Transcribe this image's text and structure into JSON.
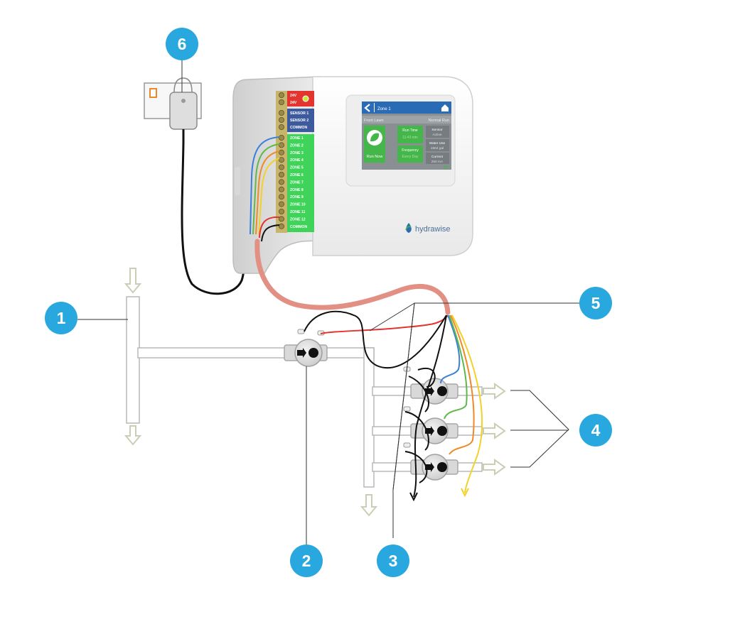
{
  "colors": {
    "badge": "#29a8e0",
    "power_red": "#e3342f",
    "sensor_blue": "#3d5a9e",
    "zone_green": "#3fd35a",
    "screen_header": "#2a6bb5",
    "screen_tile": "#45b649",
    "cable_pink": "#e28f84",
    "wire_blue": "#3b7fd9",
    "wire_green": "#5fb848",
    "wire_orange": "#f08a24",
    "wire_yellow": "#f2d12a",
    "flow_arrow": "#d9dec9"
  },
  "badges": [
    "1",
    "2",
    "3",
    "4",
    "5",
    "6"
  ],
  "controller": {
    "terminals_power": [
      "24V",
      "24V"
    ],
    "terminals_sensor": [
      "SENSOR 1",
      "SENSOR 2",
      "COMMON"
    ],
    "terminals_zone": [
      "ZONE 1",
      "ZONE 2",
      "ZONE 3",
      "ZONE 4",
      "ZONE 5",
      "ZONE 6",
      "ZONE 7",
      "ZONE 8",
      "ZONE 9",
      "ZONE 10",
      "ZONE 11",
      "ZONE 12",
      "COMMON"
    ],
    "screen": {
      "header": "Zone 1",
      "row_left": "Front Lawn",
      "row_right": "Normal Run",
      "run_now": "Run Now",
      "run_time_label": "Run Time",
      "run_time_value": "11:43 min",
      "frequency_label": "Frequency",
      "frequency_value": "Every Day",
      "sensor_label": "Sensor",
      "sensor_value": "Active",
      "water_label": "Water Use",
      "water_value": "1504 gal",
      "current_label": "Current",
      "current_value": "250 mA"
    },
    "brand": "hydrawise"
  }
}
